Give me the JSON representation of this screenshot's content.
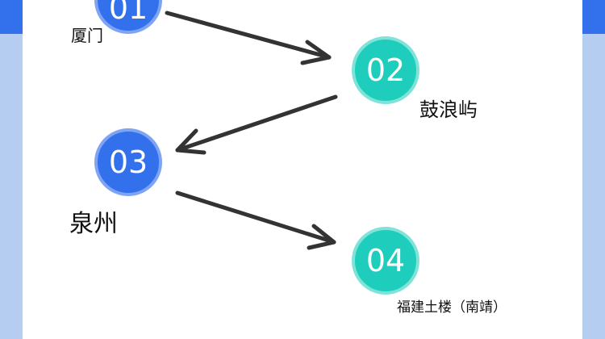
{
  "colors": {
    "blue": "#3370ec",
    "blue_ring": "#7ea4f3",
    "teal": "#1ecdbc",
    "teal_ring": "#7fe3d9",
    "arrow": "#333333",
    "frame": "#b6cdf2"
  },
  "nodes": [
    {
      "number": "01",
      "label": "厦门"
    },
    {
      "number": "02",
      "label": "鼓浪屿"
    },
    {
      "number": "03",
      "label": "泉州"
    },
    {
      "number": "04",
      "label": "福建土楼（南靖）"
    }
  ]
}
